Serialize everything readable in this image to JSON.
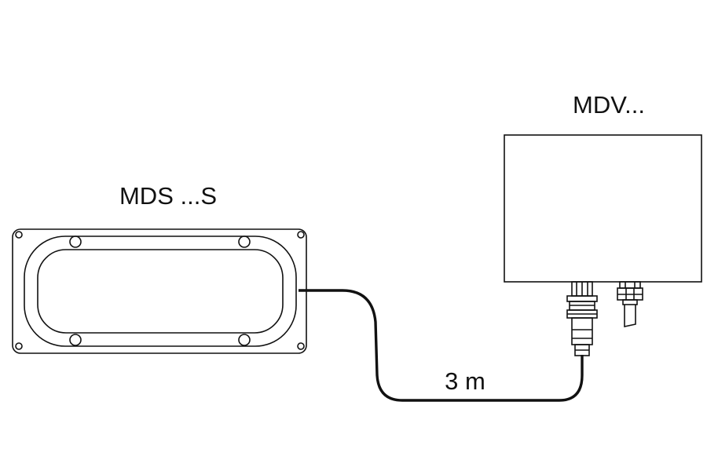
{
  "diagram": {
    "sensor": {
      "label": "MDS ...S"
    },
    "unit": {
      "label": "MDV..."
    },
    "cable": {
      "length_label": "3 m"
    }
  }
}
